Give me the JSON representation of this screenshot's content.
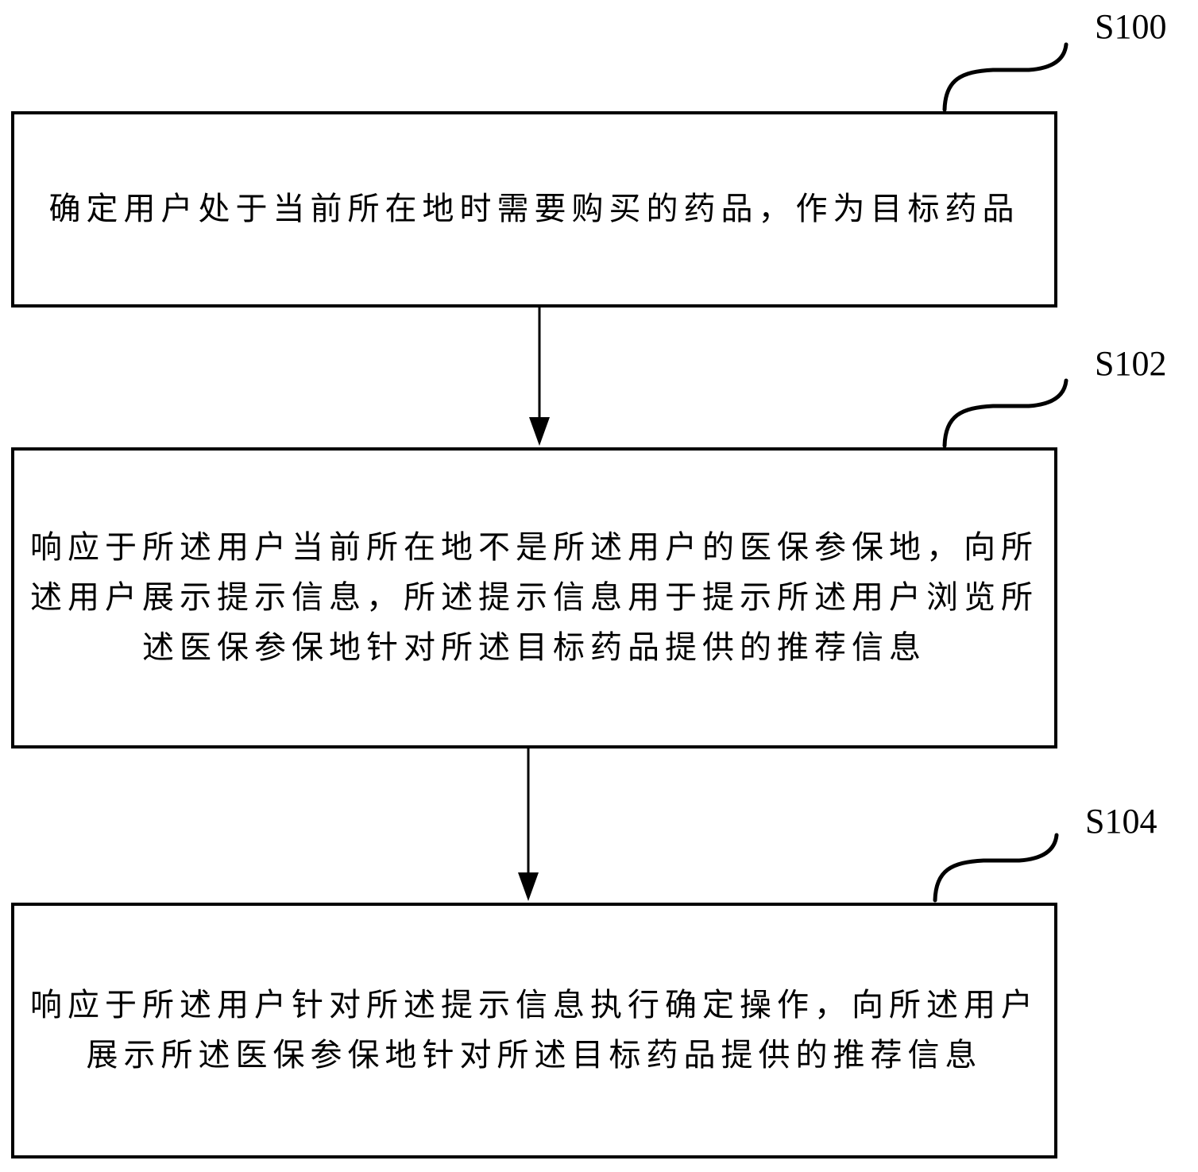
{
  "diagram": {
    "type": "flowchart",
    "steps": [
      {
        "id": "S100",
        "label": "S100",
        "text": "确定用户处于当前所在地时需要购买的药品，作为目标药品"
      },
      {
        "id": "S102",
        "label": "S102",
        "text": "响应于所述用户当前所在地不是所述用户的医保参保地，向所述用户展示提示信息，所述提示信息用于提示所述用户浏览所述医保参保地针对所述目标药品提供的推荐信息"
      },
      {
        "id": "S104",
        "label": "S104",
        "text": "响应于所述用户针对所述提示信息执行确定操作，向所述用户展示所述医保参保地针对所述目标药品提供的推荐信息"
      }
    ],
    "edges": [
      {
        "from": "S100",
        "to": "S102"
      },
      {
        "from": "S102",
        "to": "S104"
      }
    ],
    "colors": {
      "stroke": "#000000",
      "background": "#ffffff"
    }
  }
}
